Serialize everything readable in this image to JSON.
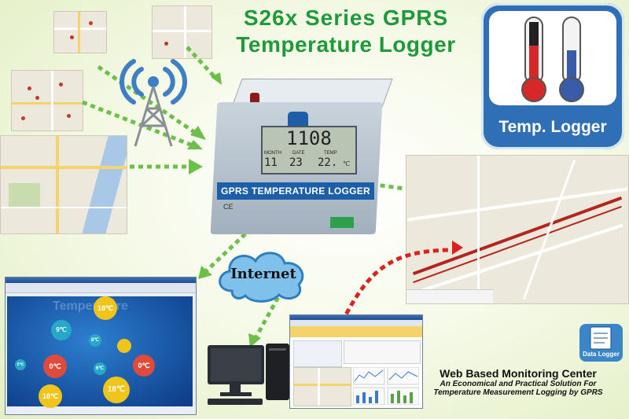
{
  "title": {
    "line1": "S26x  Series  GPRS",
    "line2": "Temperature Logger"
  },
  "icon_badge": {
    "label": "Temp. Logger"
  },
  "device": {
    "lcd_top": "1108",
    "lcd_month_label": "MONTH",
    "lcd_date_label": "DATE",
    "lcd_temp_label": "TEMP",
    "lcd_month": "11",
    "lcd_date": "23",
    "lcd_temp": "22.",
    "lcd_unit": "℃",
    "band_text": "GPRS TEMPERATURE LOGGER",
    "ce_mark": "CE"
  },
  "cloud": {
    "label": "Internet"
  },
  "monitor_screen": {
    "brand": "Temperature",
    "balls": [
      {
        "text": "18℃",
        "color": "#f0c419"
      },
      {
        "text": "9℃",
        "color": "#27a8c9"
      },
      {
        "text": "8℃",
        "color": "#27a8c9"
      },
      {
        "text": "0℃",
        "color": "#e04a3a"
      },
      {
        "text": "0℃",
        "color": "#e04a3a"
      },
      {
        "text": "18℃",
        "color": "#f0c419"
      },
      {
        "text": "18℃",
        "color": "#f0c419"
      },
      {
        "text": "6℃",
        "color": "#27a8c9"
      },
      {
        "text": "5℃",
        "color": "#27a8c9"
      }
    ]
  },
  "data_logger_icon": {
    "label": "Data Logger"
  },
  "monitoring": {
    "line1": "Web Based Monitoring Center",
    "line2": "An Economical and Practical Solution For",
    "line3": "Temperature Measurement Logging  by GPRS"
  },
  "colors": {
    "title_green": "#1f9a3a",
    "arrow_green": "#6cc04a",
    "arrow_red": "#d9231c",
    "band_blue": "#1d5ea8"
  }
}
